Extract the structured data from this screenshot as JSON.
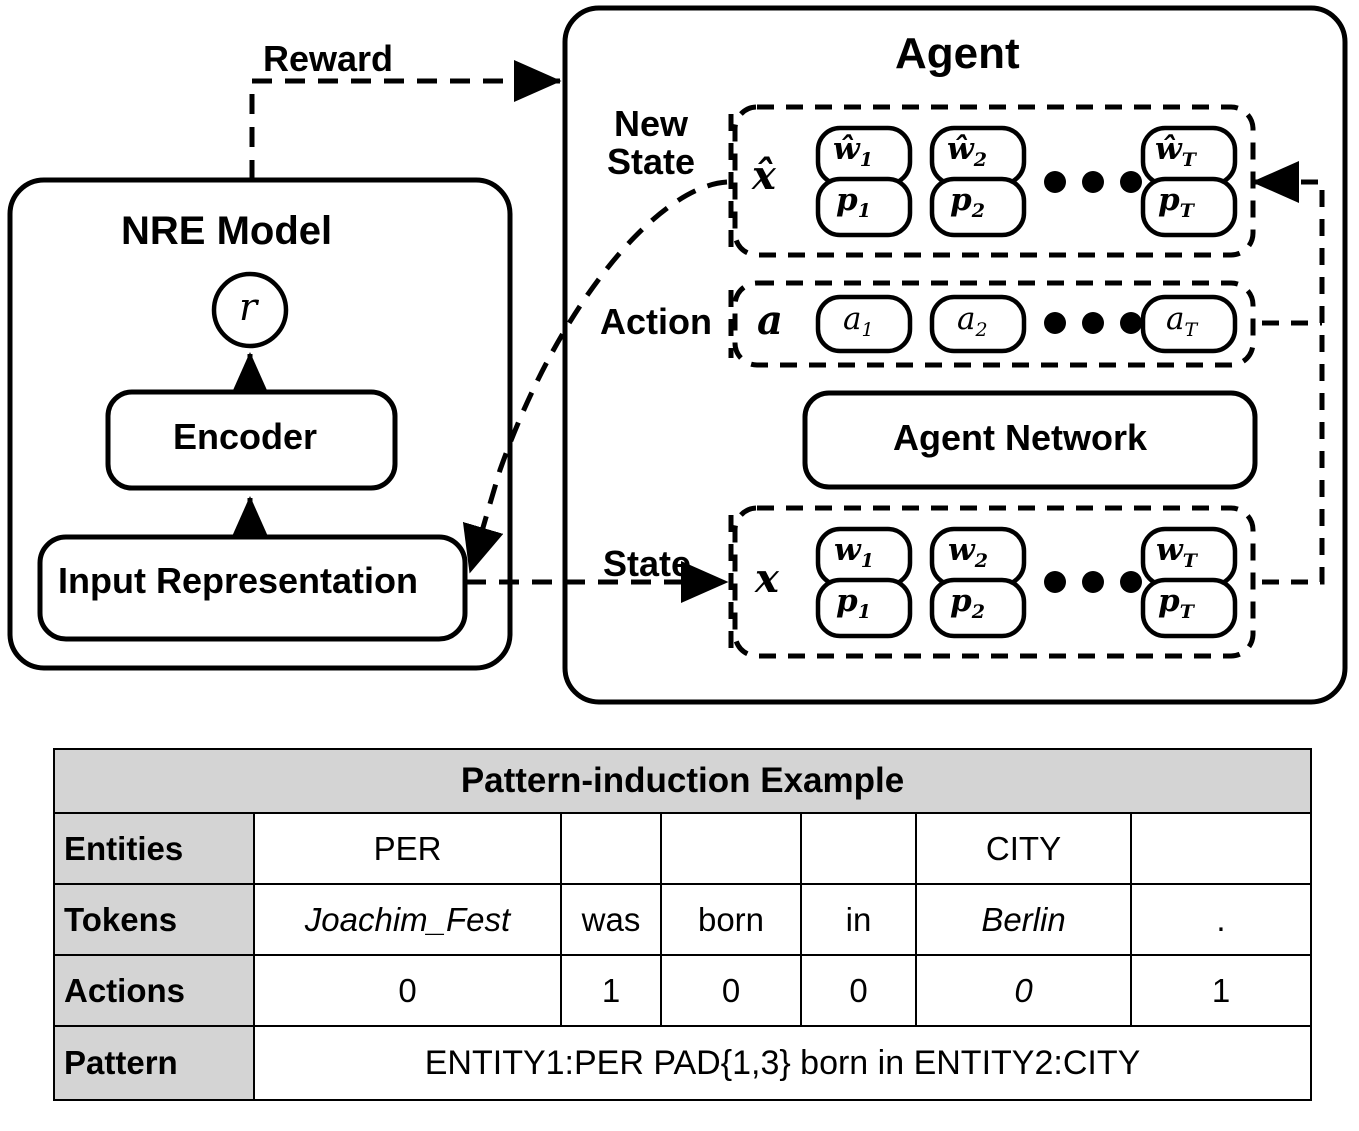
{
  "diagram": {
    "nre_panel": {
      "title": "NRE Model",
      "reward_node": "r",
      "encoder_label": "Encoder",
      "input_representation_label": "Input Representation"
    },
    "reward_edge_label": "Reward",
    "agent_panel": {
      "title": "Agent",
      "new_state_label": "New State",
      "new_state_label_line1": "New",
      "new_state_label_line2": "State",
      "action_label": "Action",
      "state_label": "State",
      "agent_network_label": "Agent Network",
      "new_state_symbol": "x̂",
      "action_symbol": "a",
      "state_symbol": "x",
      "ellipsis": "• • •",
      "new_state_cells": [
        {
          "top": "ŵ",
          "top_sub": "1",
          "bottom": "p",
          "bottom_sub": "1"
        },
        {
          "top": "ŵ",
          "top_sub": "2",
          "bottom": "p",
          "bottom_sub": "2"
        },
        {
          "top": "ŵ",
          "top_sub": "T",
          "bottom": "p",
          "bottom_sub": "T"
        }
      ],
      "action_cells": [
        {
          "sym": "a",
          "sub": "1"
        },
        {
          "sym": "a",
          "sub": "2"
        },
        {
          "sym": "a",
          "sub": "T"
        }
      ],
      "state_cells": [
        {
          "top": "w",
          "top_sub": "1",
          "bottom": "p",
          "bottom_sub": "1"
        },
        {
          "top": "w",
          "top_sub": "2",
          "bottom": "p",
          "bottom_sub": "2"
        },
        {
          "top": "w",
          "top_sub": "T",
          "bottom": "p",
          "bottom_sub": "T"
        }
      ]
    }
  },
  "table": {
    "title": "Pattern-induction Example",
    "rows": [
      {
        "header": "Entities",
        "cells": [
          "PER",
          "",
          "",
          "",
          "CITY",
          ""
        ],
        "italic": [
          false,
          false,
          false,
          false,
          false,
          false
        ]
      },
      {
        "header": "Tokens",
        "cells": [
          "Joachim_Fest",
          "was",
          "born",
          "in",
          "Berlin",
          "."
        ],
        "italic": [
          true,
          false,
          false,
          false,
          true,
          false
        ]
      },
      {
        "header": "Actions",
        "cells": [
          "0",
          "1",
          "0",
          "0",
          "0",
          "1"
        ],
        "italic": [
          false,
          false,
          false,
          false,
          true,
          false
        ]
      }
    ],
    "pattern_header": "Pattern",
    "pattern_value": "ENTITY1:PER PAD{1,3} born in ENTITY2:CITY"
  },
  "colors": {
    "stroke": "#000000",
    "header_fill": "#d4d4d4",
    "background": "#ffffff"
  }
}
